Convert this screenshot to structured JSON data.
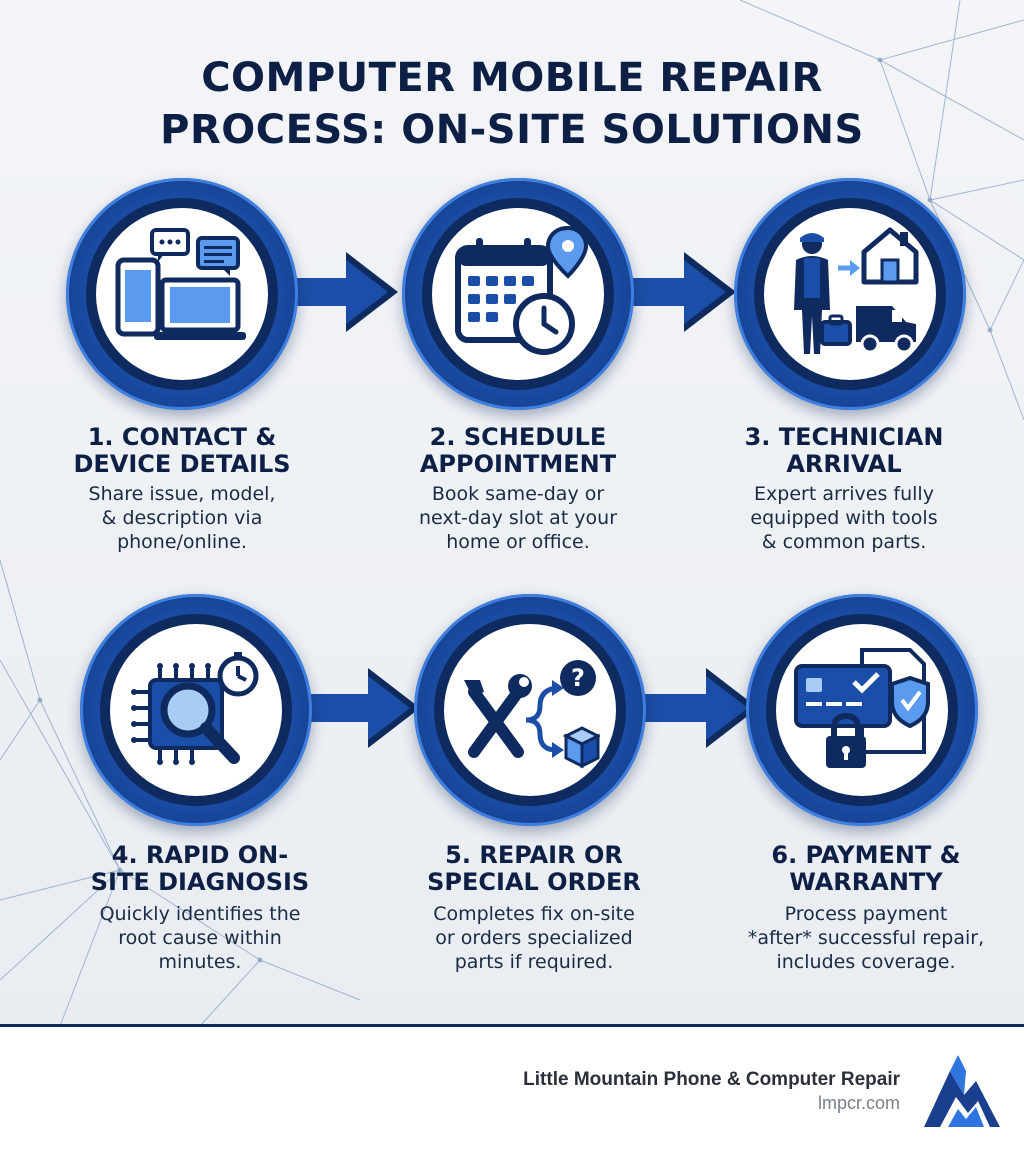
{
  "title": {
    "line1": "COMPUTER MOBILE REPAIR",
    "line2": "PROCESS: ON-SITE SOLUTIONS"
  },
  "steps": [
    {
      "title_line1": "1. CONTACT &",
      "title_line2": "DEVICE DETAILS",
      "desc_line1": "Share issue, model,",
      "desc_line2": "& description via",
      "desc_line3": "phone/online.",
      "icon": "devices-chat-icon"
    },
    {
      "title_line1": "2. SCHEDULE",
      "title_line2": "APPOINTMENT",
      "desc_line1": "Book same-day or",
      "desc_line2": "next-day slot at your",
      "desc_line3": "home or office.",
      "icon": "calendar-clock-location-icon"
    },
    {
      "title_line1": "3. TECHNICIAN",
      "title_line2": "ARRIVAL",
      "desc_line1": "Expert arrives fully",
      "desc_line2": "equipped with tools",
      "desc_line3": "& common parts.",
      "icon": "technician-van-house-icon"
    },
    {
      "title_line1": "4. RAPID ON-",
      "title_line2": "SITE DIAGNOSIS",
      "desc_line1": "Quickly identifies the",
      "desc_line2": "root cause within",
      "desc_line3": "minutes.",
      "icon": "chip-magnifier-stopwatch-icon"
    },
    {
      "title_line1": "5. REPAIR OR",
      "title_line2": "SPECIAL ORDER",
      "desc_line1": "Completes fix on-site",
      "desc_line2": "or orders specialized",
      "desc_line3": "parts if required.",
      "icon": "tools-branch-box-icon"
    },
    {
      "title_line1": "6. PAYMENT &",
      "title_line2": "WARRANTY",
      "desc_line1": "Process payment",
      "desc_line2": "*after* successful repair,",
      "desc_line3": "includes coverage.",
      "icon": "card-shield-lock-icon"
    }
  ],
  "footer": {
    "company": "Little Mountain Phone & Computer Repair",
    "url": "lmpcr.com",
    "logo": "mountain-logo-icon"
  },
  "colors": {
    "navy": "#0d1f45",
    "ring_blue": "#1b4ea9",
    "accent_blue": "#3f7fe0",
    "icon_fill": "#5b9bef"
  }
}
